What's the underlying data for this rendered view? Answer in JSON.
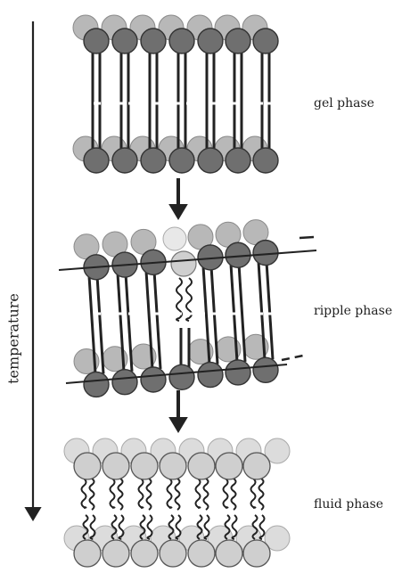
{
  "labels": {
    "axis": "temperature",
    "gel": "gel phase",
    "ripple": "ripple phase",
    "fluid": "fluid phase"
  },
  "colors": {
    "ink": "#222222",
    "head_dark": "#6f6f6f",
    "head_mid": "#9a9a9a",
    "head_light": "#cfcfcf",
    "head_back": "#b8b8b8"
  }
}
